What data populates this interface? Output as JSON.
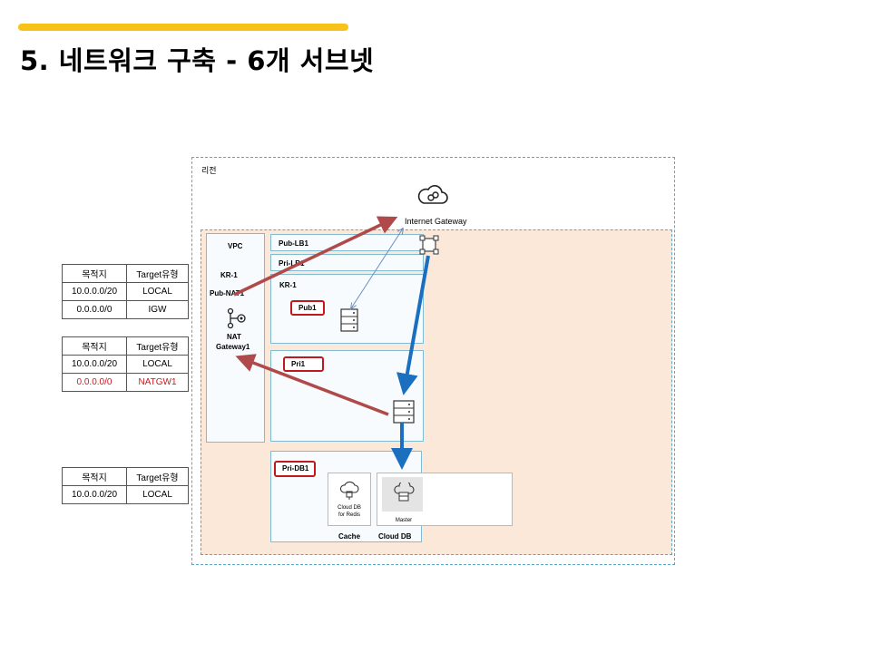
{
  "slide": {
    "title": "5. 네트워크 구축 - 6개 서브넷"
  },
  "diagram": {
    "region_label": "리전",
    "vpc_label": "VPC",
    "internet_gateway_label": "Internet Gateway",
    "kr1_left_label": "KR-1",
    "pub_nat_label": "Pub-NAT1",
    "nat_gateway_label_line1": "NAT",
    "nat_gateway_label_line2": "Gateway1",
    "pub_lb_label": "Pub-LB1",
    "pri_lb_label": "Pri-LB1",
    "kr1_right_label": "KR-1",
    "pub1_label": "Pub1",
    "pri1_label": "Pri1",
    "pri_db_label": "Pri-DB1",
    "redis_label_line1": "Cloud DB",
    "redis_label_line2": "for Redis",
    "master_label": "Master",
    "cache_label": "Cache",
    "clouddb_label": "Cloud DB",
    "colors": {
      "arrow_red": "#b04a4a",
      "arrow_blue": "#1a6fbf",
      "tag_border": "#c0181d",
      "vpc_fill": "#fce8d9",
      "accent": "#f7c21a"
    }
  },
  "route_tables": [
    {
      "headers": [
        "목적지",
        "Target유형"
      ],
      "rows": [
        [
          "10.0.0.0/20",
          "LOCAL"
        ],
        [
          "0.0.0.0/0",
          "IGW"
        ]
      ]
    },
    {
      "headers": [
        "목적지",
        "Target유형"
      ],
      "rows": [
        [
          "10.0.0.0/20",
          "LOCAL"
        ],
        [
          "0.0.0.0/0",
          "NATGW1"
        ]
      ]
    },
    {
      "headers": [
        "목적지",
        "Target유형"
      ],
      "rows": [
        [
          "10.0.0.0/20",
          "LOCAL"
        ]
      ]
    }
  ]
}
